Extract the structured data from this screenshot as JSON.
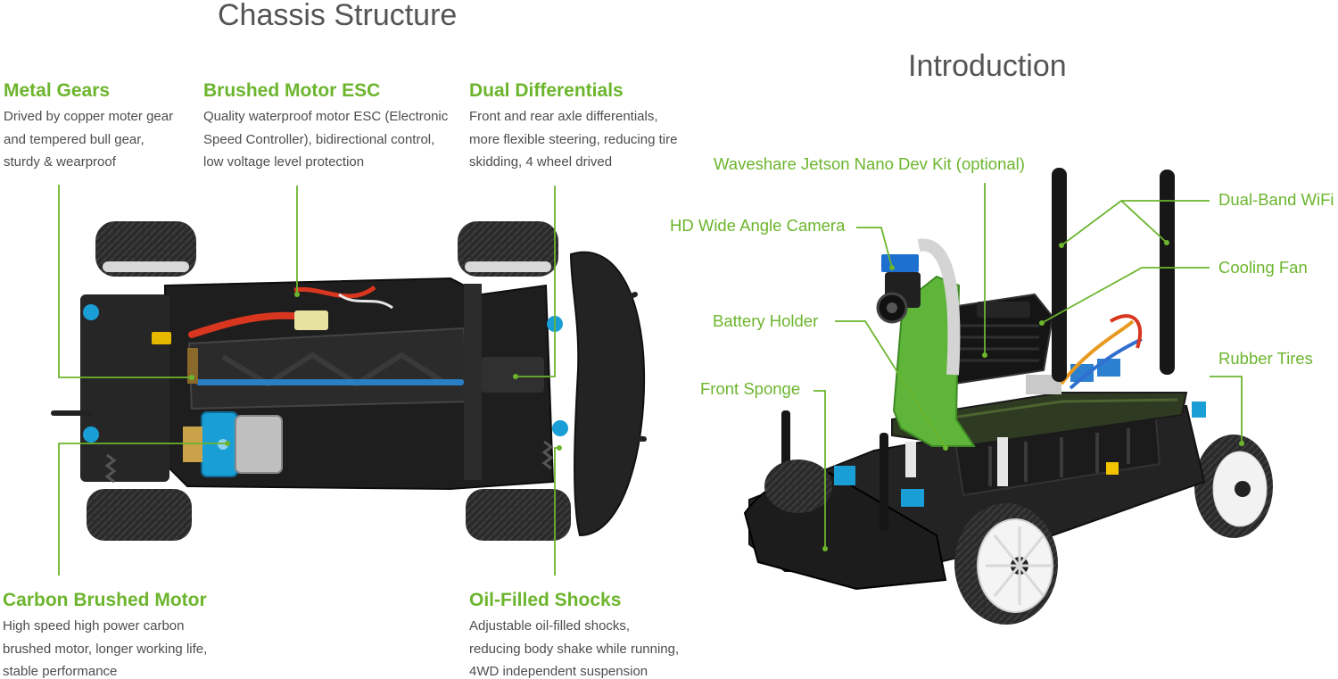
{
  "chassis": {
    "title": "Chassis Structure",
    "features": [
      {
        "title": "Metal Gears",
        "lines": [
          "Drived by copper moter gear",
          "and tempered bull gear,",
          "sturdy & wearproof"
        ]
      },
      {
        "title": "Brushed Motor ESC",
        "lines": [
          "Quality waterproof motor ESC (Electronic",
          "Speed Controller), bidirectional control,",
          "low voltage level protection"
        ]
      },
      {
        "title": "Dual Differentials",
        "lines": [
          "Front and rear axle differentials,",
          "more flexible steering, reducing tire",
          "skidding, 4 wheel drived"
        ]
      },
      {
        "title": "Carbon Brushed Motor",
        "lines": [
          "High speed high power carbon",
          "brushed motor, longer working life,",
          "stable performance"
        ]
      },
      {
        "title": "Oil-Filled Shocks",
        "lines": [
          "Adjustable oil-filled shocks,",
          "reducing body shake while running,",
          "4WD independent suspension"
        ]
      }
    ]
  },
  "intro": {
    "title": "Introduction",
    "labels": [
      "Waveshare Jetson Nano Dev Kit (optional)",
      "HD Wide Angle Camera",
      "Battery Holder",
      "Front Sponge",
      "Dual-Band WiFi",
      "Cooling Fan",
      "Rubber Tires"
    ]
  },
  "colors": {
    "accent": "#6cb52d",
    "heading": "#555555",
    "body_text": "#4d4d4d",
    "chassis": "#1e1e1e",
    "motor": "#1a9ed6",
    "mount": "#5fb53a"
  }
}
